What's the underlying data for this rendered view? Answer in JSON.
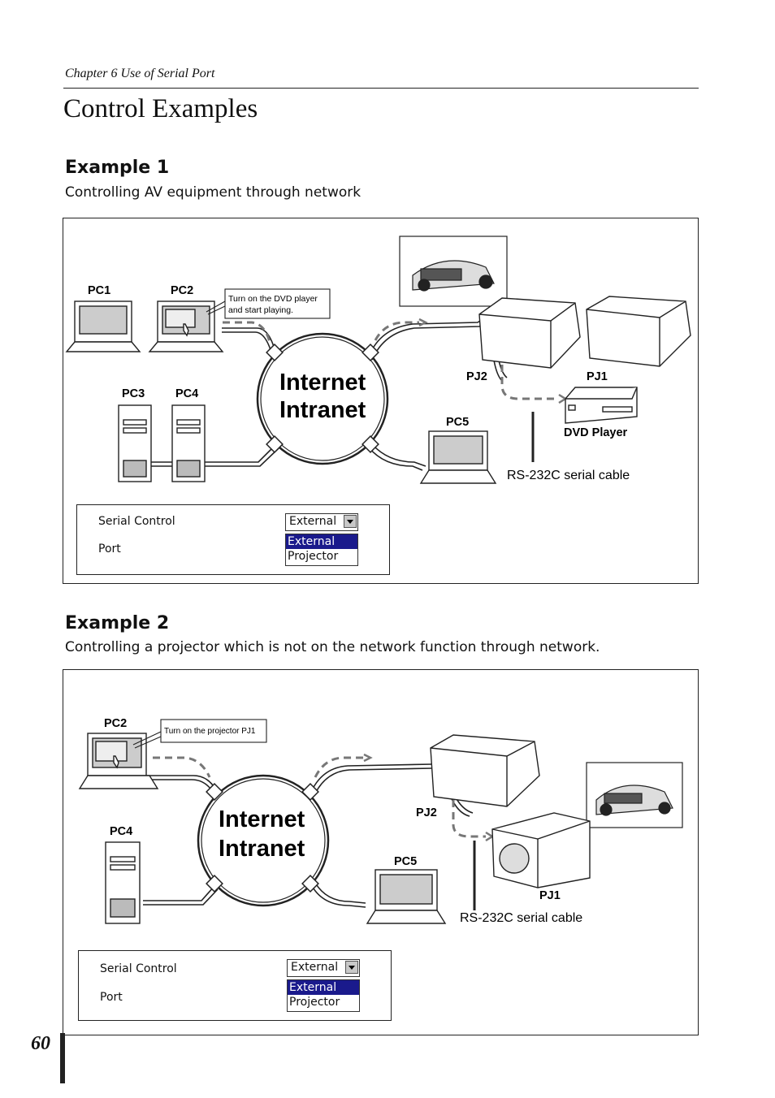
{
  "header": {
    "chapter": "Chapter 6 Use of Serial Port",
    "title": "Control Examples"
  },
  "example1": {
    "heading": "Example 1",
    "description": "Controlling AV equipment through network",
    "labels": {
      "pc1": "PC1",
      "pc2": "PC2",
      "pc3": "PC3",
      "pc4": "PC4",
      "pc5": "PC5",
      "pj1": "PJ1",
      "pj2": "PJ2",
      "dvd": "DVD Player",
      "cable": "RS-232C serial cable",
      "net1": "Internet",
      "net2": "Intranet",
      "callout1": "Turn on the DVD player",
      "callout2": "and start playing."
    },
    "ui": {
      "serial_label": "Serial Control",
      "port_label": "Port",
      "combo_value": "External",
      "options": [
        "External",
        "Projector"
      ]
    }
  },
  "example2": {
    "heading": "Example 2",
    "description": "Controlling a projector which is not on the network function through network.",
    "labels": {
      "pc2": "PC2",
      "pc4": "PC4",
      "pc5": "PC5",
      "pj1": "PJ1",
      "pj2": "PJ2",
      "cable": "RS-232C serial cable",
      "net1": "Internet",
      "net2": "Intranet",
      "callout": "Turn on the projector PJ1"
    },
    "ui": {
      "serial_label": "Serial Control",
      "port_label": "Port",
      "combo_value": "External",
      "options": [
        "External",
        "Projector"
      ]
    }
  },
  "footer": {
    "page_number": "60"
  }
}
